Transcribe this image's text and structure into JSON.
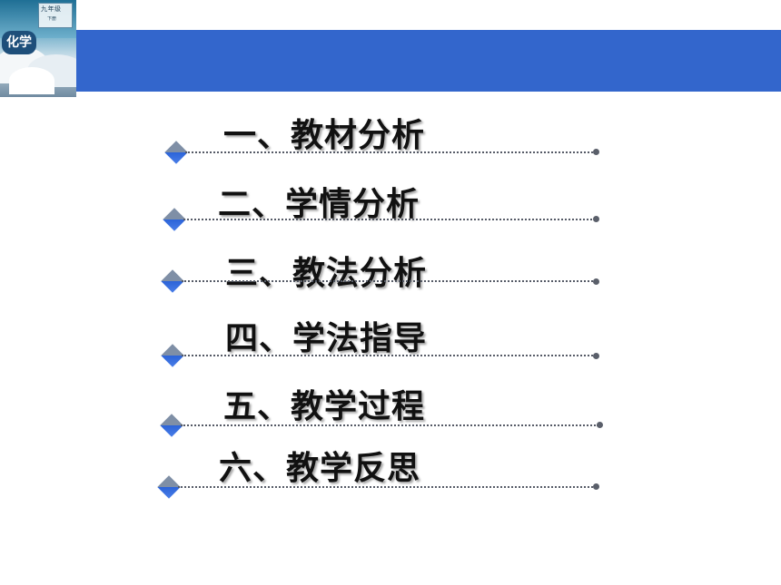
{
  "cover": {
    "grade": "九年级",
    "volume": "下册",
    "subject": "化学"
  },
  "outline": {
    "items": [
      {
        "label": "一、教材分析"
      },
      {
        "label": "二、学情分析"
      },
      {
        "label": "三、教法分析"
      },
      {
        "label": "四、学法指导"
      },
      {
        "label": "五、教学过程"
      },
      {
        "label": "六、教学反思"
      }
    ]
  },
  "colors": {
    "header_bar": "#3366cc",
    "diamond_blue": "#2c64d8",
    "diamond_gray": "#7f8fa6"
  }
}
